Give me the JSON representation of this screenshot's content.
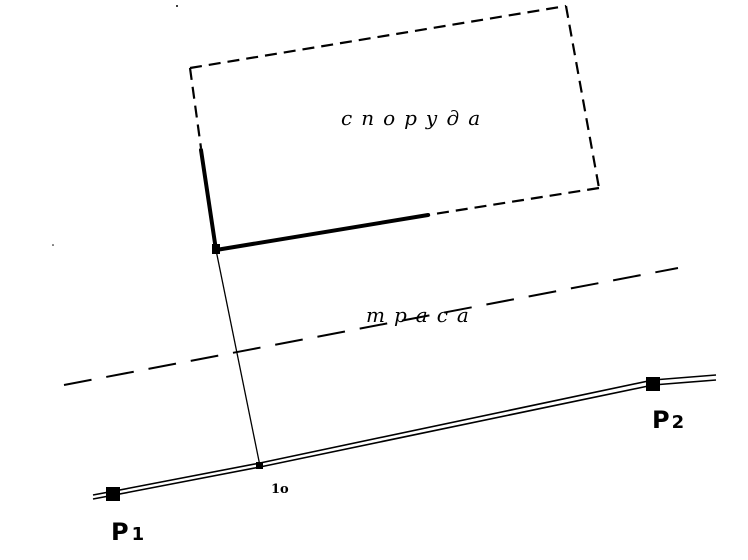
{
  "labels": {
    "structure": "споруда",
    "route": "траса",
    "point1_letter": "P",
    "point1_index": "1",
    "point2_letter": "P",
    "point2_index": "2",
    "foot_point": "1o"
  },
  "colors": {
    "ink": "#000000",
    "background": "#ffffff"
  }
}
